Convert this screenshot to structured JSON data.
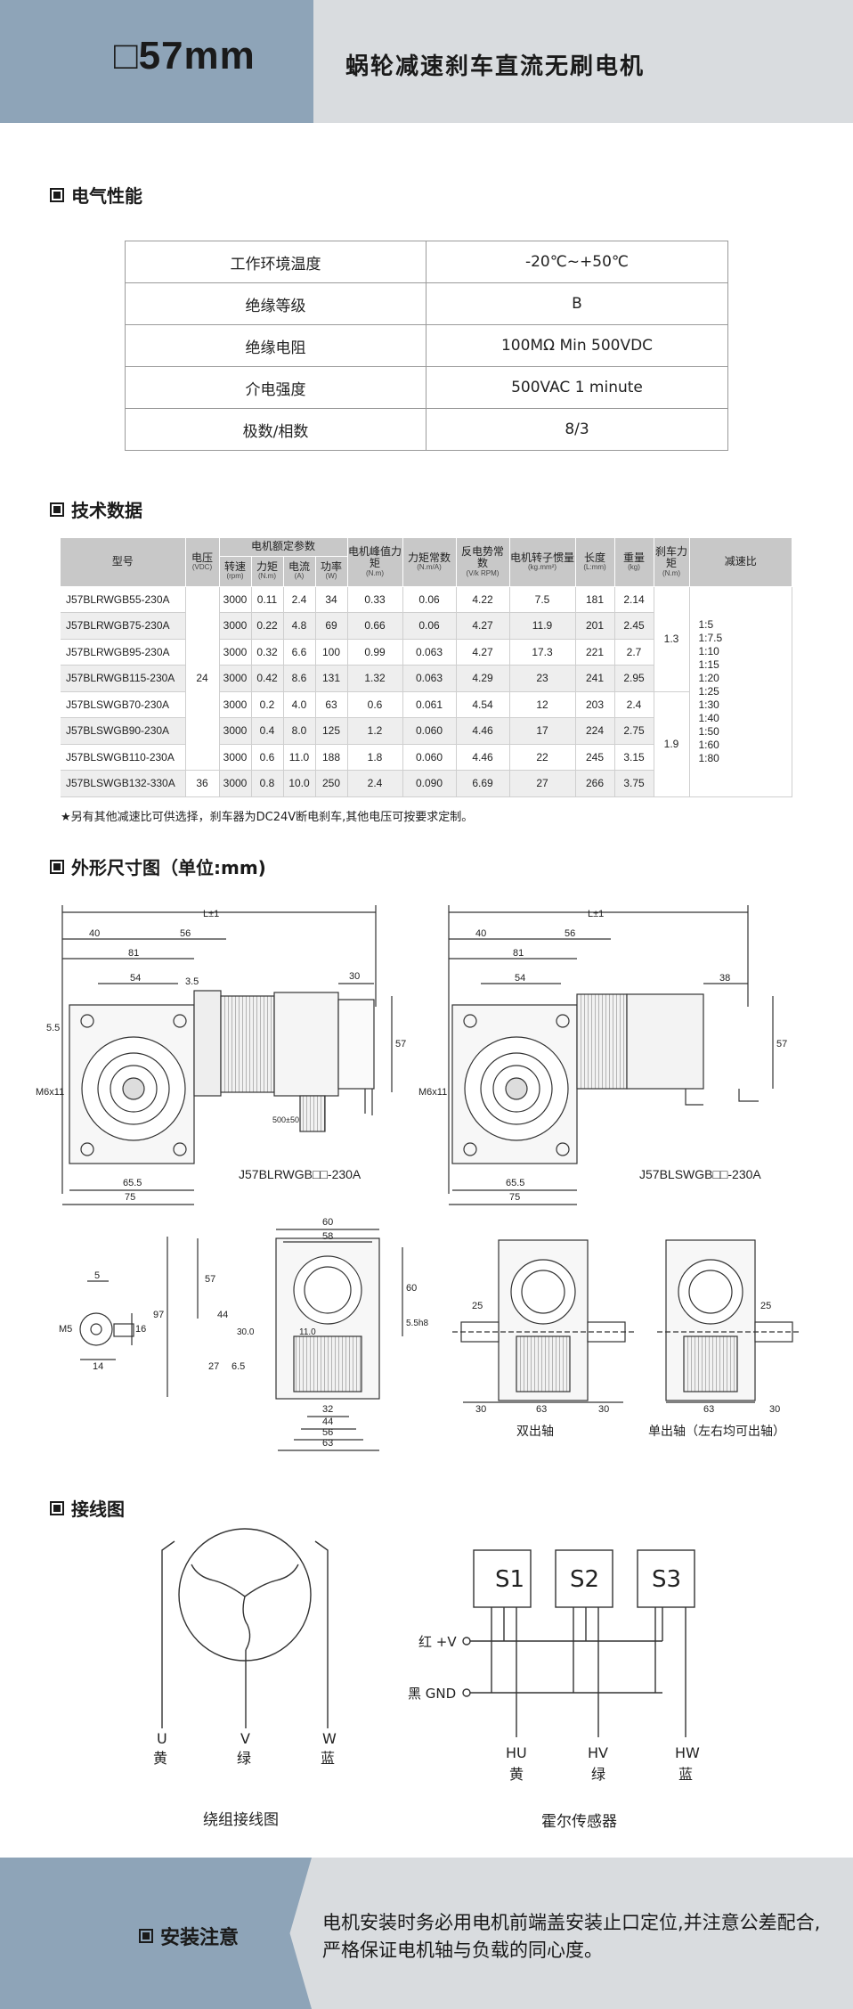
{
  "header": {
    "title": "□57mm",
    "subtitle": "蜗轮减速刹车直流无刷电机"
  },
  "electrical": {
    "heading": "电气性能",
    "rows": [
      [
        "工作环境温度",
        "-20℃~+50℃"
      ],
      [
        "绝缘等级",
        "B"
      ],
      [
        "绝缘电阻",
        "100MΩ Min 500VDC"
      ],
      [
        "介电强度",
        "500VAC 1 minute"
      ],
      [
        "极数/相数",
        "8/3"
      ]
    ]
  },
  "tech": {
    "heading": "技术数据",
    "headers": {
      "model": "型号",
      "voltage": "电压",
      "voltage_unit": "(VDC)",
      "rated_group": "电机额定参数",
      "speed": "转速",
      "speed_unit": "(rpm)",
      "torque": "力矩",
      "torque_unit": "(N.m)",
      "current": "电流",
      "current_unit": "(A)",
      "power": "功率",
      "power_unit": "(W)",
      "peak": "电机峰值力矩",
      "peak_unit": "(N.m)",
      "torque_const": "力矩常数",
      "torque_const_unit": "(N.m/A)",
      "back_emf": "反电势常数",
      "back_emf_unit": "(V/k RPM)",
      "inertia": "电机转子惯量",
      "inertia_unit": "(kg.mm²)",
      "length": "长度",
      "length_unit": "(L:mm)",
      "weight": "重量",
      "weight_unit": "(kg)",
      "brake": "刹车力矩",
      "brake_unit": "(N.m)",
      "ratio": "减速比"
    },
    "rows": [
      [
        "J57BLRWGB55-230A",
        "3000",
        "0.11",
        "2.4",
        "34",
        "0.33",
        "0.06",
        "4.22",
        "7.5",
        "181",
        "2.14"
      ],
      [
        "J57BLRWGB75-230A",
        "3000",
        "0.22",
        "4.8",
        "69",
        "0.66",
        "0.06",
        "4.27",
        "11.9",
        "201",
        "2.45"
      ],
      [
        "J57BLRWGB95-230A",
        "3000",
        "0.32",
        "6.6",
        "100",
        "0.99",
        "0.063",
        "4.27",
        "17.3",
        "221",
        "2.7"
      ],
      [
        "J57BLRWGB115-230A",
        "3000",
        "0.42",
        "8.6",
        "131",
        "1.32",
        "0.063",
        "4.29",
        "23",
        "241",
        "2.95"
      ],
      [
        "J57BLSWGB70-230A",
        "3000",
        "0.2",
        "4.0",
        "63",
        "0.6",
        "0.061",
        "4.54",
        "12",
        "203",
        "2.4"
      ],
      [
        "J57BLSWGB90-230A",
        "3000",
        "0.4",
        "8.0",
        "125",
        "1.2",
        "0.060",
        "4.46",
        "17",
        "224",
        "2.75"
      ],
      [
        "J57BLSWGB110-230A",
        "3000",
        "0.6",
        "11.0",
        "188",
        "1.8",
        "0.060",
        "4.46",
        "22",
        "245",
        "3.15"
      ],
      [
        "J57BLSWGB132-330A",
        "3000",
        "0.8",
        "10.0",
        "250",
        "2.4",
        "0.090",
        "6.69",
        "27",
        "266",
        "3.75"
      ]
    ],
    "voltage_24": "24",
    "voltage_36": "36",
    "brake_a": "1.3",
    "brake_b": "1.9",
    "ratios": [
      "1:5",
      "1:7.5",
      "1:10",
      "1:15",
      "1:20",
      "1:25",
      "1:30",
      "1:40",
      "1:50",
      "1:60",
      "1:80"
    ],
    "note": "★另有其他减速比可供选择，刹车器为DC24V断电刹车,其他电压可按要求定制。"
  },
  "dimensions": {
    "heading": "外形尺寸图（单位:mm)",
    "model_a": "J57BLRWGB□□-230A",
    "model_b": "J57BLSWGB□□-230A",
    "double_shaft": "双出轴",
    "single_shaft": "单出轴（左右均可出轴）",
    "labels": {
      "L": "L±1",
      "d40": "40",
      "d56": "56",
      "d81": "81",
      "d54": "54",
      "d35": "3.5",
      "d55": "5.5",
      "d30": "30",
      "d38": "38",
      "d57": "57",
      "m6": "M6x11",
      "d655": "65.5",
      "d75": "75",
      "lead": "500±50",
      "d60": "60",
      "d58": "58",
      "d97": "97",
      "d44": "44",
      "d27": "27",
      "d65": "6.5",
      "d32": "32",
      "d63": "63",
      "d25": "25",
      "m5": "M5",
      "d5": "5",
      "d16": "16",
      "d14": "14",
      "d30s": "30.0",
      "d11": "11.0",
      "d55h8": "5.5h8"
    }
  },
  "wiring": {
    "heading": "接线图",
    "winding_caption": "绕组接线图",
    "hall_caption": "霍尔传感器",
    "u": "U",
    "u_color": "黄",
    "v": "V",
    "v_color": "绿",
    "w": "W",
    "w_color": "蓝",
    "s1": "S1",
    "s2": "S2",
    "s3": "S3",
    "vplus": "红 +V",
    "gnd": "黑 GND",
    "hu": "HU",
    "hu_color": "黄",
    "hv": "HV",
    "hv_color": "绿",
    "hw": "HW",
    "hw_color": "蓝"
  },
  "footer": {
    "title": "安装注意",
    "text": "电机安装时务必用电机前端盖安装止口定位,并注意公差配合,严格保证电机轴与负载的同心度。"
  },
  "colors": {
    "header_blue": "#8ea4b8",
    "header_gray": "#d9dcdf"
  }
}
